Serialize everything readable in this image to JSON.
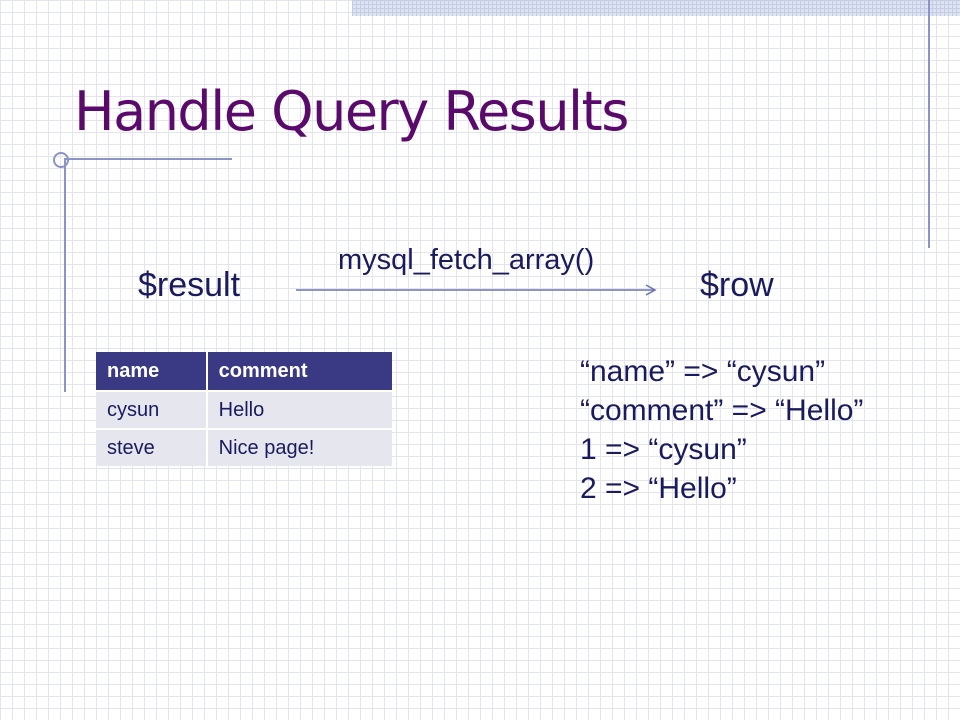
{
  "title": "Handle Query Results",
  "diagram": {
    "source_var": "$result",
    "target_var": "$row",
    "function": "mysql_fetch_array()"
  },
  "table": {
    "headers": [
      "name",
      "comment"
    ],
    "rows": [
      [
        "cysun",
        "Hello"
      ],
      [
        "steve",
        "Nice page!"
      ]
    ]
  },
  "row_values": [
    "“name” => “cysun”",
    "“comment” => “Hello”",
    "1 => “cysun”",
    "2 => “Hello”"
  ],
  "colors": {
    "title": "#5a0a6b",
    "text": "#1a1a5e",
    "accent_line": "#8b93c7",
    "table_header": "#3a3a84",
    "table_cell": "#e6e6ef"
  }
}
